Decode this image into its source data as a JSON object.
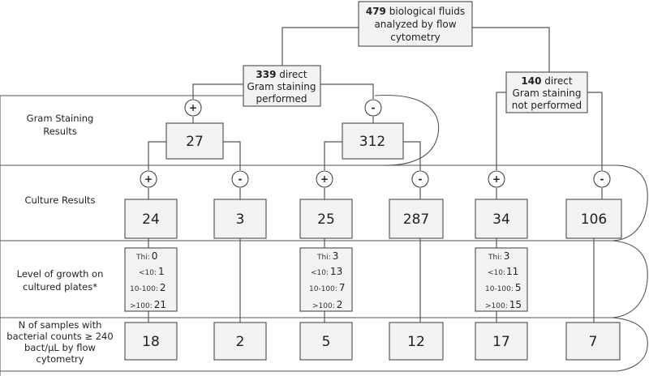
{
  "top": {
    "bold": "479",
    "line1": " biological fluids",
    "line2": "analyzed by flow",
    "line3": "cytometry"
  },
  "left_branch": {
    "bold": "339",
    "line1": " direct",
    "line2": "Gram staining",
    "line3": "performed"
  },
  "right_branch": {
    "bold": "140",
    "line1": " direct",
    "line2": "Gram staining",
    "line3": "not performed"
  },
  "row_labels": {
    "gram": [
      "Gram Staining",
      "Results"
    ],
    "culture": [
      "Culture Results"
    ],
    "growth": [
      "Level of growth on",
      "cultured plates*"
    ],
    "counts": [
      "N of samples with",
      "bacterial counts ≥ 240",
      "bact/µL by flow",
      "cytometry"
    ]
  },
  "signs": {
    "plus": "+",
    "minus": "-"
  },
  "gram_results": [
    {
      "value": "27"
    },
    {
      "value": "312"
    }
  ],
  "culture_results": [
    {
      "value": "24"
    },
    {
      "value": "3"
    },
    {
      "value": "25"
    },
    {
      "value": "287"
    },
    {
      "value": "34"
    },
    {
      "value": "106"
    }
  ],
  "growth_levels": [
    {
      "entries": [
        {
          "label": "Thi:",
          "value": "0"
        },
        {
          "label": "<10:",
          "value": "1"
        },
        {
          "label": "10-100:",
          "value": "2"
        },
        {
          "label": ">100:",
          "value": "21"
        }
      ]
    },
    {
      "entries": [
        {
          "label": "Thi:",
          "value": "3"
        },
        {
          "label": "<10:",
          "value": "13"
        },
        {
          "label": "10-100:",
          "value": "7"
        },
        {
          "label": ">100:",
          "value": "2"
        }
      ]
    },
    {
      "entries": [
        {
          "label": "Thi:",
          "value": "3"
        },
        {
          "label": "<10:",
          "value": "11"
        },
        {
          "label": "10-100:",
          "value": "5"
        },
        {
          "label": ">100:",
          "value": "15"
        }
      ]
    }
  ],
  "counts": [
    {
      "value": "18"
    },
    {
      "value": "2"
    },
    {
      "value": "5"
    },
    {
      "value": "12"
    },
    {
      "value": "17"
    },
    {
      "value": "7"
    }
  ]
}
